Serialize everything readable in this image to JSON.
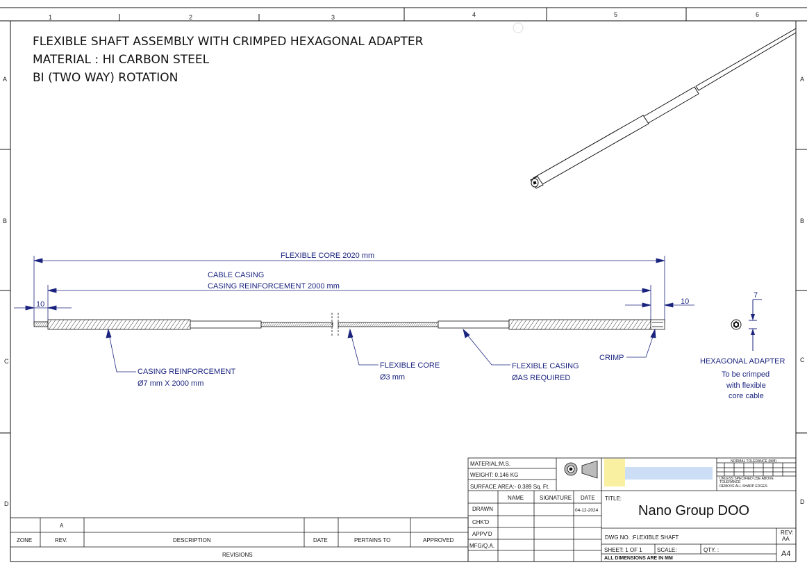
{
  "header": {
    "line1": "FLEXIBLE SHAFT ASSEMBLY WITH CRIMPED HEXAGONAL ADAPTER",
    "line2": "MATERIAL : HI CARBON STEEL",
    "line3": "BI (TWO WAY) ROTATION"
  },
  "zones": {
    "top": [
      "1",
      "2",
      "3",
      "4",
      "5",
      "6"
    ],
    "side": [
      "A",
      "B",
      "C",
      "D"
    ]
  },
  "dimensions": {
    "flexible_core": "FLEXIBLE CORE 2020 mm",
    "cable_casing": "CABLE CASING",
    "casing_reinforcement": "CASING REINFORCEMENT 2000 mm",
    "left_offset": "10",
    "right_offset": "10",
    "hex_size": "7"
  },
  "callouts": {
    "casing_reinf_title": "CASING REINFORCEMENT",
    "casing_reinf_spec": "Ø7 mm X 2000 mm",
    "flex_core_title": "FLEXIBLE CORE",
    "flex_core_spec": "Ø3 mm",
    "flex_casing_title": "FLEXIBLE CASING",
    "flex_casing_spec": "ØAS REQUIRED",
    "crimp": "CRIMP",
    "hex_title": "HEXAGONAL ADAPTER",
    "hex_note1": "To be crimped",
    "hex_note2": "with flexible",
    "hex_note3": "core cable"
  },
  "revisions": {
    "rev_value": "A",
    "zone": "ZONE",
    "rev": "REV.",
    "description": "DESCRIPTION",
    "date": "DATE",
    "pertains": "PERTAINS TO",
    "approved": "APPROVED",
    "title": "REVISIONS"
  },
  "titleblock": {
    "material": "MATERIAL:M.S.",
    "weight": "WEIGHT: 0.146 KG",
    "surface": "SURFACE AREA:- 0.389 Sq. Ft.",
    "name_h": "NAME",
    "sig_h": "SIGNATURE",
    "date_h": "DATE",
    "drawn": "DRAWN",
    "drawn_date": "04-12-2024",
    "chkd": "CHK'D",
    "appvd": "APPV'D",
    "mfg": "MFG/Q.A.",
    "title_label": "TITLE:",
    "company": "Nano Group DOO",
    "dwg_no": "DWG NO. :FLEXIBLE SHAFT",
    "rev_label": "REV:",
    "rev_val": "AA",
    "sheet": "SHEET: 1 OF 1",
    "scale": "SCALE:",
    "qty": "QTY. :",
    "size": "A4",
    "all_dims": "ALL DIMENSIONS ARE IN MM",
    "tol_title": "NORMAL TOLERANCE (MM)",
    "tol_note1": "UNLESS SPECIFIED USE ABOVE",
    "tol_note2": "TOLERANCE",
    "tol_note3": "REMOVE ALL SHARP EDGES"
  },
  "colors": {
    "dimension": "#1a237e",
    "line": "#111111",
    "logo_yellow": "#f5e663",
    "logo_blue": "#a9c8f0"
  }
}
